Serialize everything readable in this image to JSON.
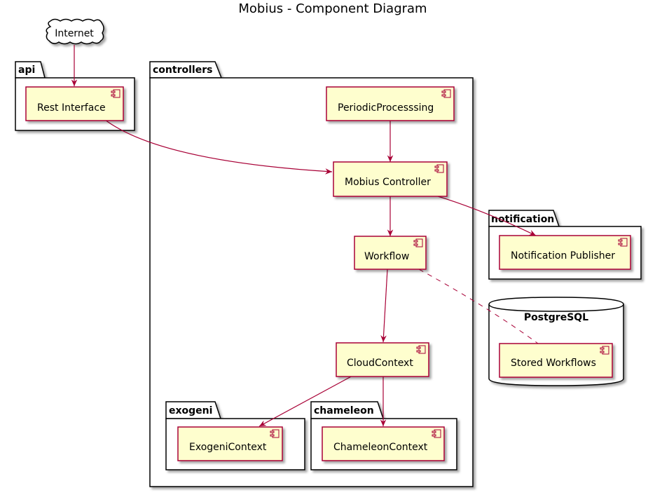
{
  "title": "Mobius - Component Diagram",
  "cloud": {
    "label": "Internet"
  },
  "packages": {
    "api": "api",
    "controllers": "controllers",
    "notification": "notification",
    "exogeni": "exogeni",
    "chameleon": "chameleon",
    "postgres": "PostgreSQL"
  },
  "components": {
    "rest": "Rest Interface",
    "periodic": "PeriodicProcesssing",
    "controller": "Mobius Controller",
    "workflow": "Workflow",
    "cloudctx": "CloudContext",
    "exogenictx": "ExogeniContext",
    "chameleonctx": "ChameleonContext",
    "notifier": "Notification Publisher",
    "stored": "Stored Workflows"
  },
  "colors": {
    "component_fill": "#FEFECE",
    "component_border": "#A80036",
    "edge": "#A80036"
  }
}
